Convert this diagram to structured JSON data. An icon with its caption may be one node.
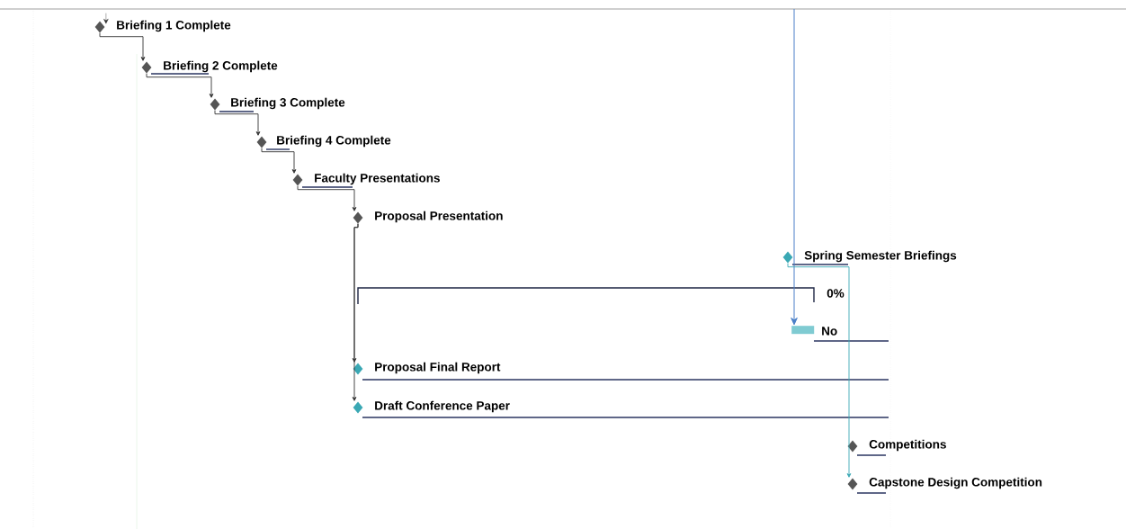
{
  "diagram": {
    "nodes": [
      {
        "text": [
          "Briefing 1 Complete"
        ]
      },
      {
        "text": [
          "Briefing 2 Complete"
        ]
      },
      {
        "text": [
          "Briefing 3 Complete"
        ]
      },
      {
        "text": [
          "Briefing 4 Complete"
        ]
      },
      {
        "text": [
          "Faculty Presentations"
        ]
      },
      {
        "text": [
          "Proposal Presentation"
        ]
      },
      {
        "text": [
          "Spring Semester Briefings"
        ]
      },
      {
        "text": [
          "0%"
        ]
      },
      {
        "text": [
          "No"
        ]
      },
      {
        "text": [
          "Proposal Final Report"
        ]
      },
      {
        "text": [
          "Draft Conference Paper"
        ]
      },
      {
        "text": [
          "Competitions"
        ]
      },
      {
        "text": [
          "Capstone Design Competition"
        ]
      }
    ],
    "edges": [
      {
        "from": null,
        "to": 0,
        "arrow": "to"
      },
      {
        "from": 0,
        "to": 1,
        "arrow": "to"
      },
      {
        "from": 1,
        "to": 2,
        "arrow": "to"
      },
      {
        "from": 2,
        "to": 3,
        "arrow": "to"
      },
      {
        "from": 3,
        "to": 4,
        "arrow": "to"
      },
      {
        "from": 4,
        "to": 5,
        "arrow": "to"
      },
      {
        "from": 5,
        "to": 9,
        "arrow": "to"
      },
      {
        "from": 5,
        "to": 10,
        "arrow": "to"
      },
      {
        "from": null,
        "to": 8,
        "arrow": "to",
        "color": "#4a7fc8"
      },
      {
        "from": 6,
        "to": 12,
        "arrow": "to",
        "color": "#3aa8b4"
      }
    ]
  }
}
